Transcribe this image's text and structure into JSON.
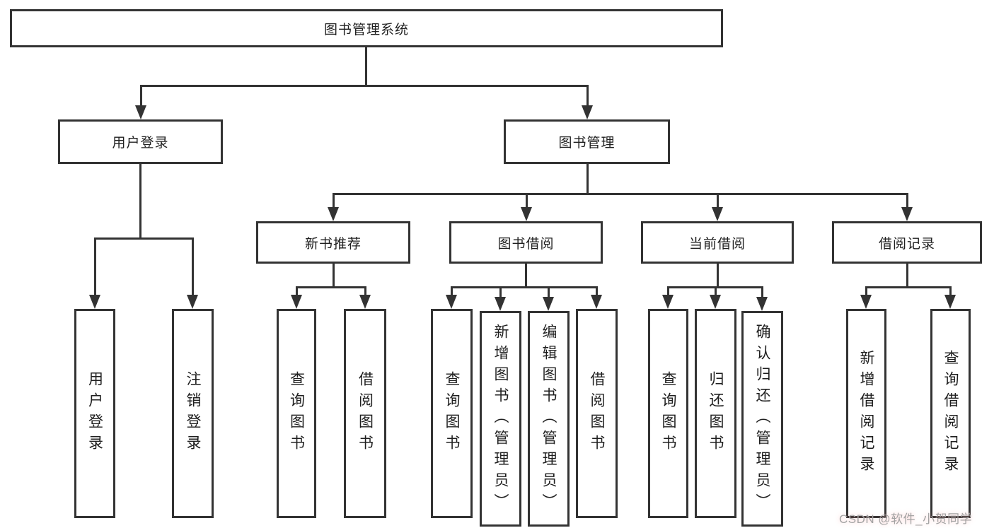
{
  "colors": {
    "line": "#333333",
    "text": "#1f1f1f",
    "background": "#ffffff",
    "watermark_text": "#a3a3a3"
  },
  "nodes": {
    "root": "图书管理系统",
    "user_login": "用户登录",
    "book_mgmt": "图书管理",
    "new_book": "新书推荐",
    "book_borrow": "图书借阅",
    "current_borrow": "当前借阅",
    "borrow_record": "借阅记录"
  },
  "leaves": {
    "user_login": [
      "用户登录",
      "注销登录"
    ],
    "new_book": [
      "查询图书",
      "借阅图书"
    ],
    "book_borrow": [
      "查询图书",
      "新增图书（管理员）",
      "编辑图书（管理员）",
      "借阅图书"
    ],
    "current_borrow": [
      "查询图书",
      "归还图书",
      "确认归还（管理员）"
    ],
    "borrow_record": [
      "新增借阅记录",
      "查询借阅记录"
    ]
  },
  "watermark": "CSDN @软件_小贺同学"
}
